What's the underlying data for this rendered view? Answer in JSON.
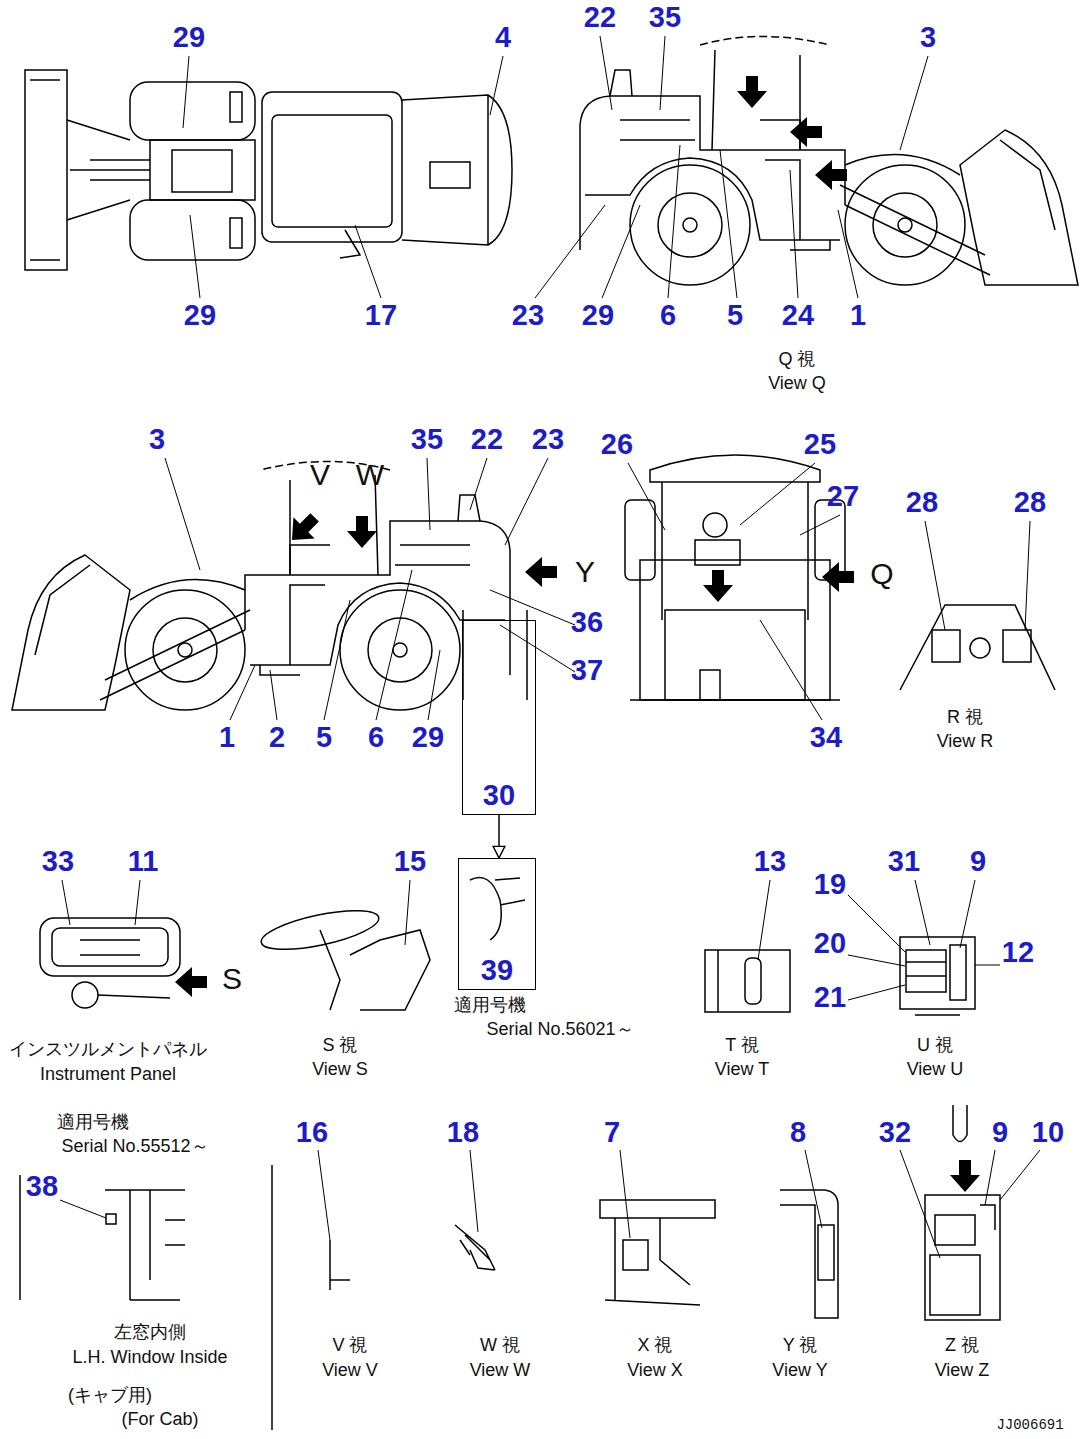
{
  "diagram": {
    "nodes": [
      {
        "text": [
          "30"
        ]
      },
      {
        "text": [
          "39"
        ]
      }
    ],
    "edges": [
      {
        "from": 0,
        "to": 1,
        "arrow": "to"
      }
    ],
    "labels": [
      "29",
      "4",
      "29",
      "17",
      "22",
      "35",
      "3",
      "23",
      "29",
      "6",
      "5",
      "24",
      "1",
      "Q 視",
      "View Q",
      "3",
      "V",
      "W",
      "35",
      "22",
      "23",
      "Y",
      "36",
      "37",
      "1",
      "2",
      "5",
      "6",
      "29",
      "26",
      "25",
      "27",
      "Q",
      "34",
      "28",
      "28",
      "R 視",
      "View R",
      "33",
      "11",
      "S",
      "インスツルメントパネル",
      "Instrument Panel",
      "15",
      "S 視",
      "View S",
      "適用号機",
      "Serial No.56021～",
      "13",
      "T 視",
      "View T",
      "19",
      "31",
      "9",
      "20",
      "12",
      "21",
      "U 視",
      "View U",
      "適用号機",
      "Serial No.55512～",
      "38",
      "左窓内側",
      "L.H. Window Inside",
      "(キャブ用)",
      "(For Cab)",
      "16",
      "V 視",
      "View V",
      "18",
      "W 視",
      "View W",
      "7",
      "X 視",
      "View X",
      "8",
      "Y 視",
      "View Y",
      "32",
      "9",
      "10",
      "Z 視",
      "View Z",
      "JJ006691"
    ]
  }
}
